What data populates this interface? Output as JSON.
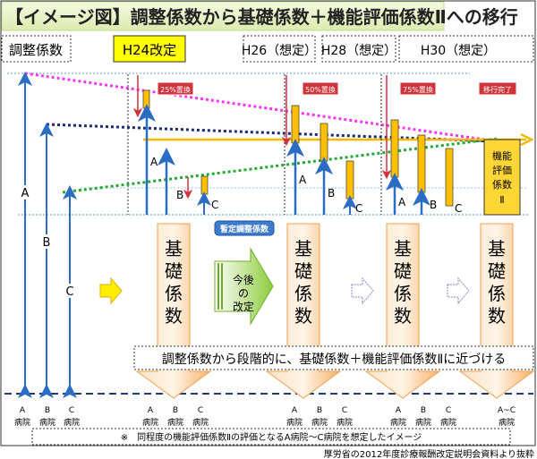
{
  "title": "【イメージ図】調整係数から基礎係数＋機能評価係数Ⅱへの移行",
  "header": {
    "left": "調整係数",
    "h24": "H24改定",
    "h26": "H26（想定）",
    "h28": "H28（想定）",
    "h30": "H30（想定）"
  },
  "badges": [
    "25%置換",
    "50%置換",
    "75%置換",
    "移行完了"
  ],
  "provisional_label": "暫定調整係数",
  "basic_coef": [
    "基",
    "礎",
    "係",
    "数"
  ],
  "future_revision": [
    "今後",
    "の",
    "改定"
  ],
  "function_coef": [
    "機能",
    "評価",
    "係数",
    "Ⅱ"
  ],
  "letters": {
    "a": "A",
    "b": "B",
    "c": "C"
  },
  "message": "調整係数から段階的に、基礎係数＋機能評価係数Ⅱに近づける",
  "hospital": "病院",
  "hospital_ac": "A~C",
  "note": "※　同程度の機能評価係数Ⅱの評価となるA病院～C病院を想定したイメージ",
  "source": "厚労省の2012年度診療報酬改定説明会資料より抜粋",
  "colors": {
    "accent_yellow": "#ffe600",
    "arrow_blue": "#2b6cc4",
    "badge_red": "#d0333a",
    "orange": "#f7b267"
  }
}
